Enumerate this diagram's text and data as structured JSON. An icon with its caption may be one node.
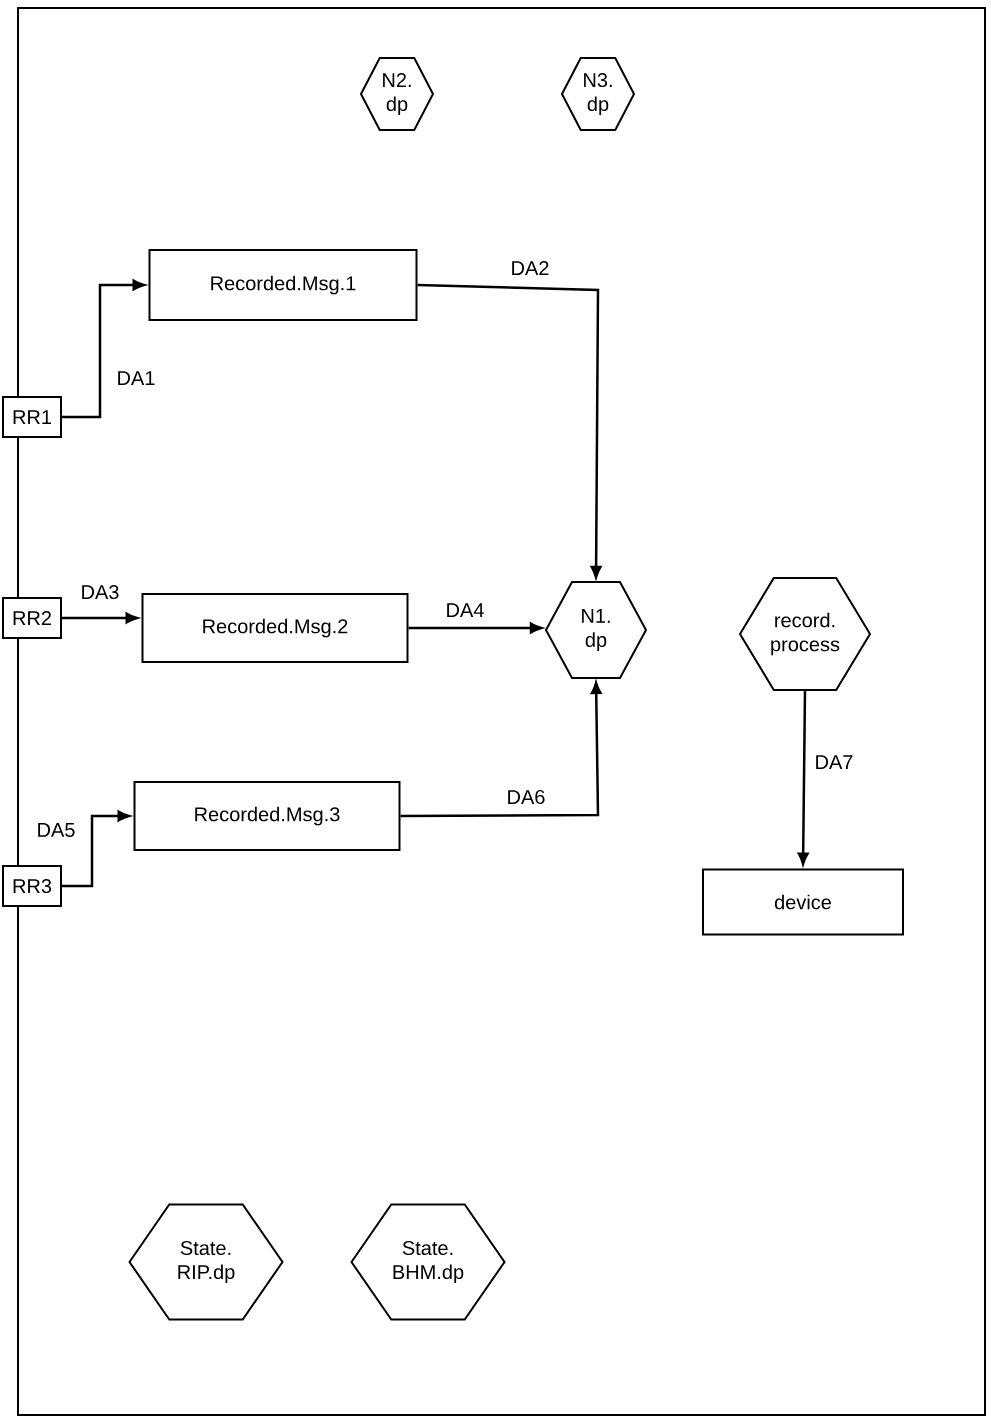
{
  "diagram": {
    "nodes": [
      {
        "text": [
          "N2. dp"
        ]
      },
      {
        "text": [
          "N3. dp"
        ]
      },
      {
        "text": [
          "Recorded.Msg.1"
        ]
      },
      {
        "text": [
          "RR1"
        ]
      },
      {
        "text": [
          "RR2"
        ]
      },
      {
        "text": [
          "Recorded.Msg.2"
        ]
      },
      {
        "text": [
          "N1. dp"
        ]
      },
      {
        "text": [
          "record. process"
        ]
      },
      {
        "text": [
          "RR3"
        ]
      },
      {
        "text": [
          "Recorded.Msg.3"
        ]
      },
      {
        "text": [
          "device"
        ]
      },
      {
        "text": [
          "State. RIP.dp"
        ]
      },
      {
        "text": [
          "State. BHM.dp"
        ]
      }
    ],
    "edges": [
      {
        "from": 3,
        "to": 2,
        "arrow": "to",
        "label": "DA1"
      },
      {
        "from": 2,
        "to": 6,
        "arrow": "to",
        "label": "DA2"
      },
      {
        "from": 4,
        "to": 5,
        "arrow": "to",
        "label": "DA3"
      },
      {
        "from": 5,
        "to": 6,
        "arrow": "to",
        "label": "DA4"
      },
      {
        "from": 8,
        "to": 9,
        "arrow": "to",
        "label": "DA5"
      },
      {
        "from": 9,
        "to": 6,
        "arrow": "to",
        "label": "DA6"
      },
      {
        "from": 7,
        "to": 10,
        "arrow": "to",
        "label": "DA7"
      }
    ]
  }
}
